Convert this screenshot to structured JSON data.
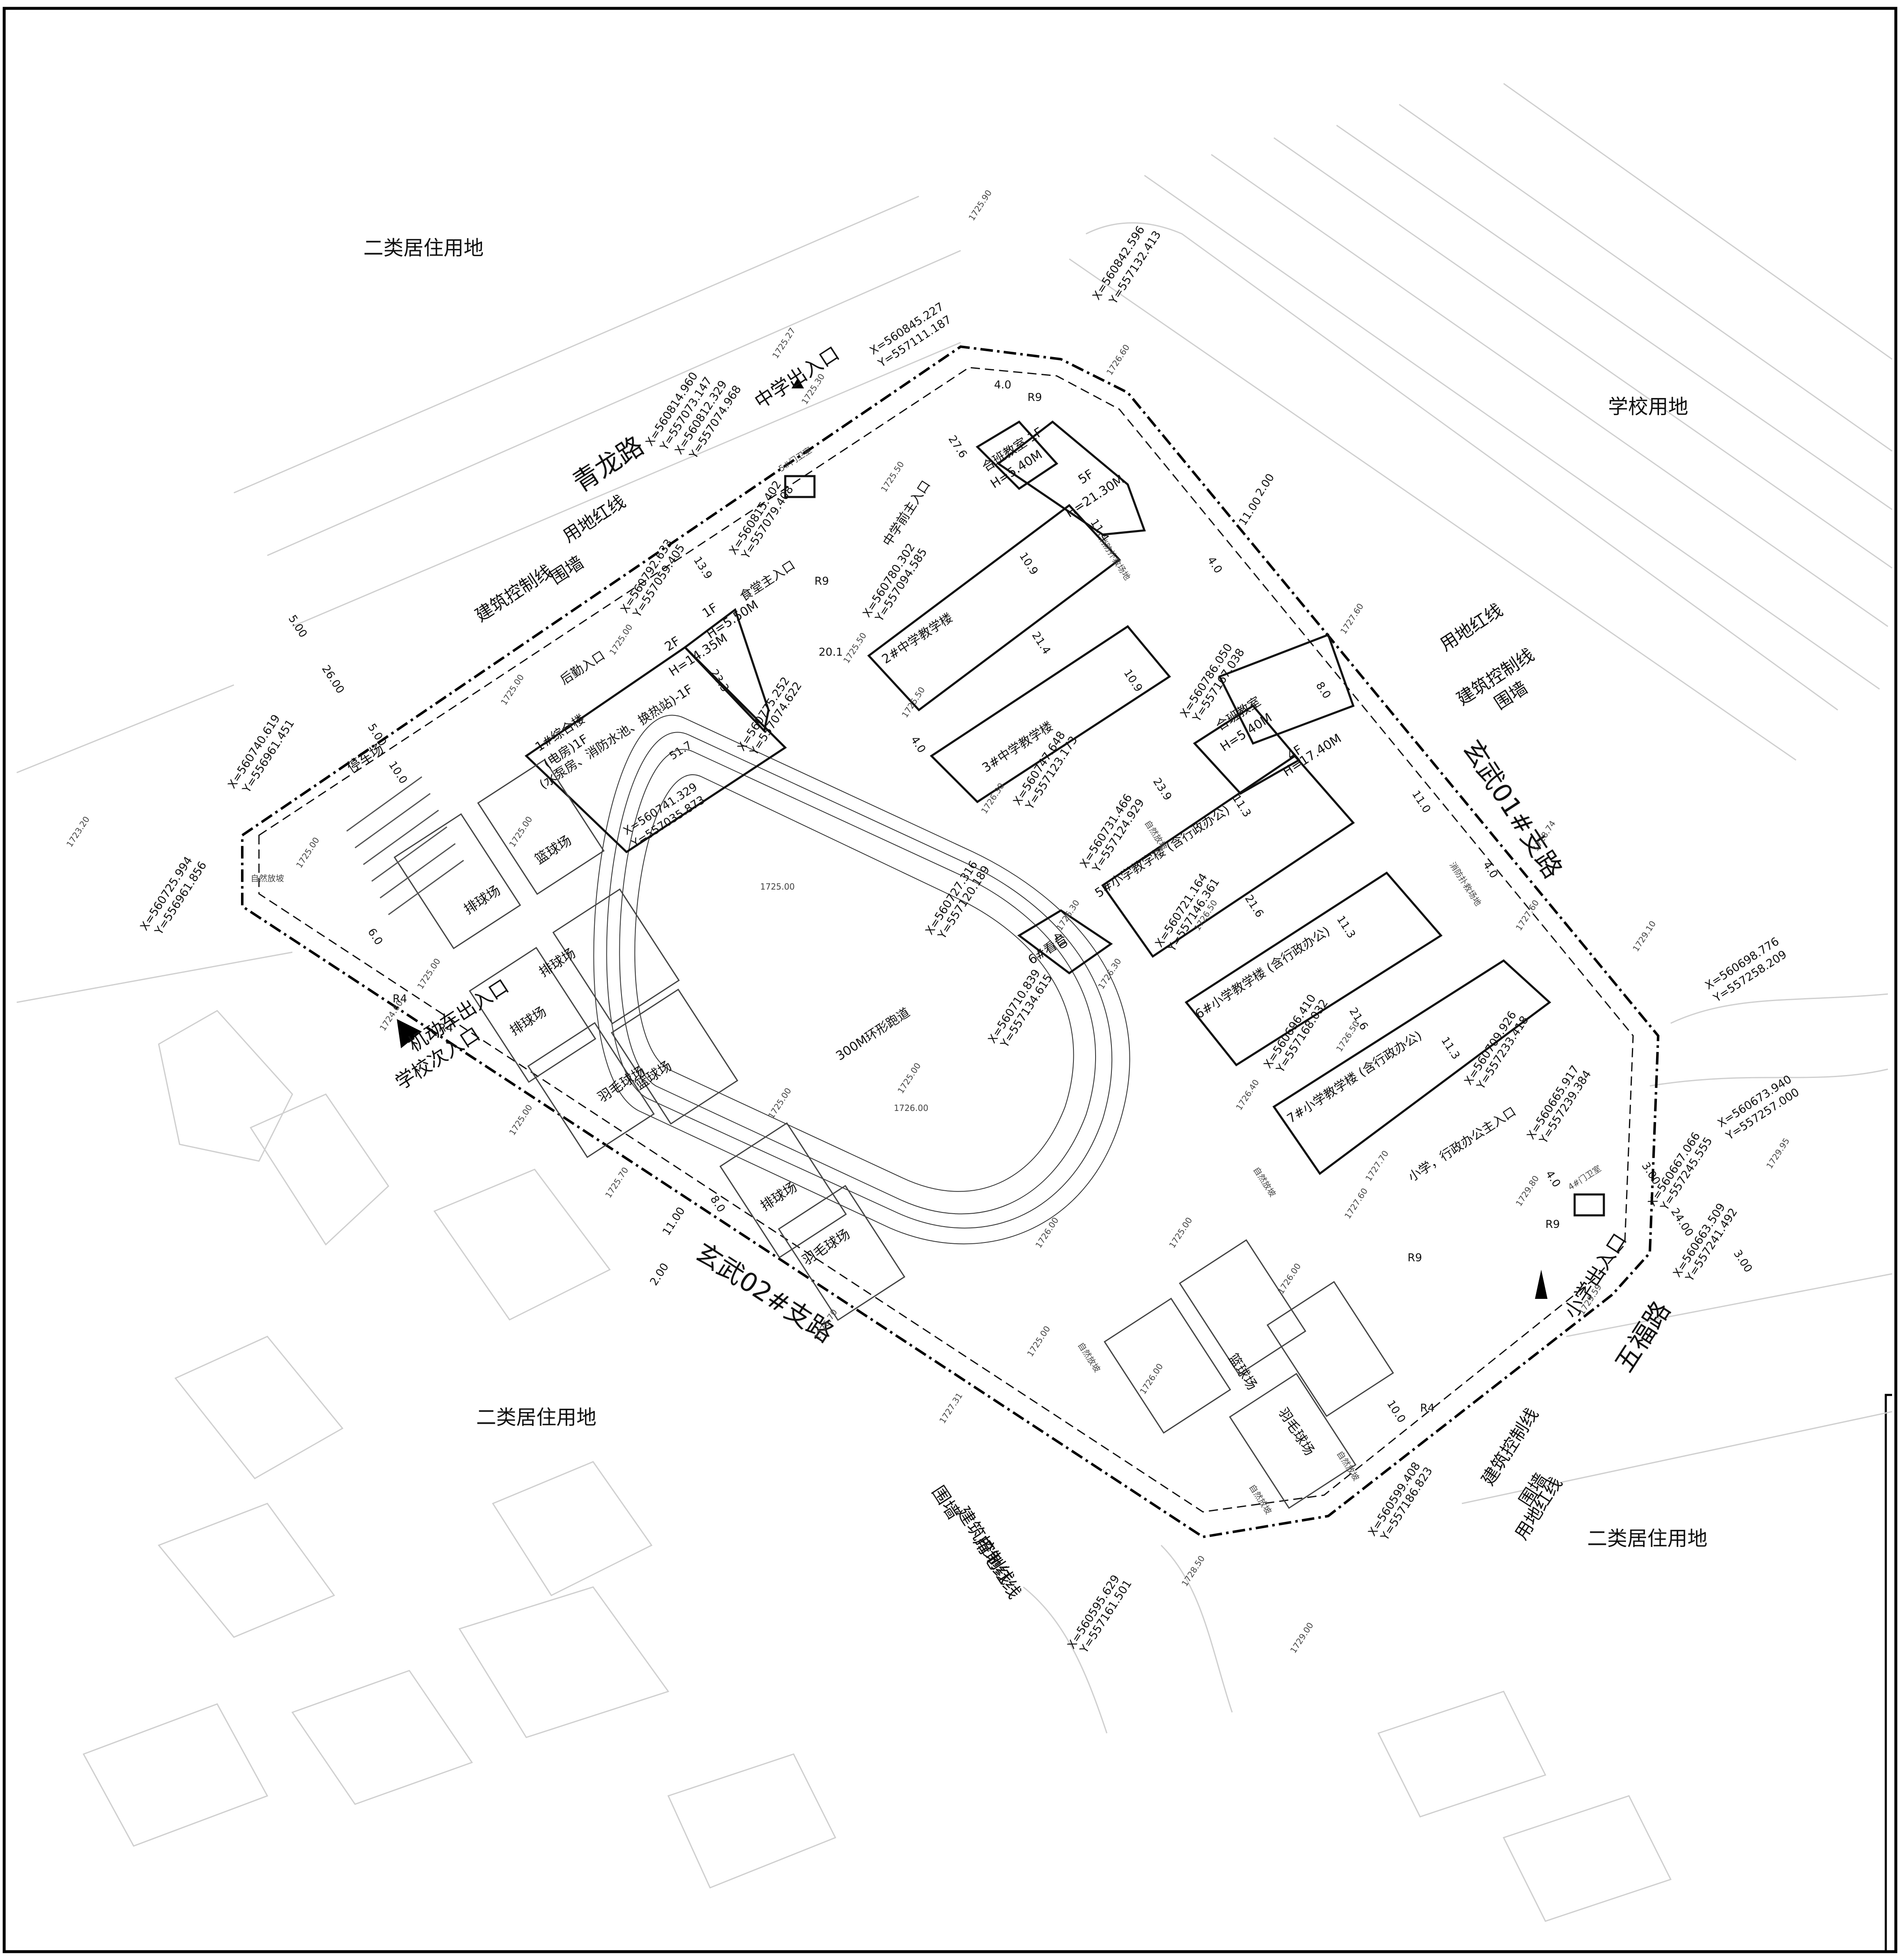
{
  "zones": {
    "tl": "二类居住用地",
    "tr": "学校用地",
    "bl": "二类居住用地",
    "br": "二类居住用地"
  },
  "roads": {
    "qinglong": "青龙路",
    "xuanwu01": "玄武01#支路",
    "xuanwu02": "玄武02#支路",
    "wufu": "五福路"
  },
  "controls": {
    "build_line": "建筑控制线",
    "red_line": "用地红线",
    "wall": "围墙"
  },
  "entrances": {
    "middle_exit": "中学出入口",
    "middle_main": "中学前主入口",
    "canteen": "食堂主入口",
    "back": "后勤入口",
    "vehicle": "机动车出入口",
    "secondary": "学校次入口",
    "primary_exit": "小学出入口",
    "primary_main": "小学，行政办公主入口"
  },
  "buildings": {
    "b1_line1": "1#综合楼",
    "b1_line2": "(电房)1F",
    "b1_line3": "(水泵房、消防水池、换热站)-1F",
    "b1_floor": "2F",
    "b1_h": "H=14.35M",
    "b1_w": "23.3",
    "b1_l": "51.7",
    "canteen_floor": "1F",
    "canteen_h": "H=5.50M",
    "b2": "2#中学教学楼",
    "b2_floor": "5F",
    "b2_h": "H=21.30M",
    "b3": "3#中学教学楼",
    "hall1": "合班教室 1F",
    "hall1_h": "H=5.40M",
    "hall2": "合班教室",
    "hall2_h": "H=5.40M",
    "b4_floor": "4F",
    "b4_h": "H=17.40M",
    "b5": "5#小学教学楼 (含行政办公)",
    "b6": "6#小学教学楼 (含行政办公)",
    "b7": "7#小学教学楼 (含行政办公)",
    "stand": "6#看台",
    "track": "300M环形跑道",
    "guard1": "5#门卫室",
    "guard2": "4#门卫室",
    "fire1": "消防扑救场地",
    "fire2": "消防扑救场地"
  },
  "facilities": {
    "parking": "停车场",
    "basketball": "篮球场",
    "volleyball": "排球场",
    "badminton": "羽毛球场",
    "slope": "自然放坡"
  },
  "coords": {
    "c1x": "X=560842.596",
    "c1y": "Y=557132.413",
    "c2x": "X=560845.227",
    "c2y": "Y=557111.187",
    "c3x": "X=560814.960",
    "c3y": "Y=557073.147",
    "c3x2": "X=560812.329",
    "c3y2": "Y=557074.968",
    "c4x": "X=560815.402",
    "c4y": "Y=557079.408",
    "c5x": "X=560792.633",
    "c5y": "Y=557059.405",
    "c6x": "X=560780.302",
    "c6y": "Y=557094.585",
    "c7x": "X=560775.252",
    "c7y": "Y=557074.622",
    "c8x": "X=560741.329",
    "c8y": "Y=557035.873",
    "c9x": "X=560740.619",
    "c9y": "Y=556961.451",
    "c10x": "X=560725.994",
    "c10y": "Y=556961.856",
    "c11x": "X=560786.050",
    "c11y": "Y=557167.038",
    "c12x": "X=560747.648",
    "c12y": "Y=557123.173",
    "c13x": "X=560731.466",
    "c13y": "Y=557124.929",
    "c14x": "X=560727.316",
    "c14y": "Y=557120.189",
    "c15x": "X=560721.164",
    "c15y": "Y=557146.361",
    "c16x": "X=560710.839",
    "c16y": "Y=557134.615",
    "c17x": "X=560696.410",
    "c17y": "Y=557168.032",
    "c18x": "X=560709.926",
    "c18y": "Y=557233.418",
    "c19x": "X=560665.917",
    "c19y": "Y=557239.384",
    "c20x": "X=560698.776",
    "c20y": "Y=557258.209",
    "c21x": "X=560673.940",
    "c21y": "Y=557257.000",
    "c22x": "X=560667.066",
    "c22y": "Y=557245.555",
    "c23x": "X=560663.509",
    "c23y": "Y=557241.492",
    "c24x": "X=560599.408",
    "c24y": "Y=557186.823",
    "c25x": "X=560595.629",
    "c25y": "Y=557161.501"
  },
  "elevations": {
    "e1": "1725.90",
    "e2": "1725.27",
    "e3": "1725.30",
    "e4": "1726.60",
    "e5": "1725.50",
    "e6": "1725.50",
    "e7": "1725.00",
    "e8": "1725.00",
    "e9": "1723.20",
    "e10": "1725.00",
    "e11": "1725.00",
    "e12": "1725.00",
    "e13": "1724.60",
    "e14": "1725.70",
    "e15": "1726.70",
    "e16": "1727.31",
    "e17": "1728.50",
    "e18": "1729.00",
    "e19": "1729.59",
    "e20": "1729.95",
    "e21": "1729.10",
    "e22": "1728.74",
    "e23": "1727.60",
    "e24": "1727.60",
    "e25": "1726.00",
    "e26": "1725.00",
    "e27": "1726.00",
    "e28": "1725.00",
    "e29": "1726.00",
    "e30": "1726.30",
    "e31": "1726.30",
    "e32": "1726.50",
    "e33": "1726.50",
    "e34": "1727.70",
    "e35": "1727.60",
    "e36": "1729.80",
    "e37": "1726.40",
    "e38": "1725.50",
    "e39": "1725.00",
    "e40": "1725.00",
    "e41": "1725.00",
    "e42": "1726.30",
    "e43": "1726.00",
    "e44": "1725.00"
  },
  "dims": {
    "d1": "4.0",
    "d2": "R9",
    "d3": "27.6",
    "d4": "11.4",
    "d5": "10.9",
    "d6": "21.4",
    "d7": "10.9",
    "d8": "23.9",
    "d9": "11.3",
    "d10": "21.6",
    "d11": "11.3",
    "d12": "21.6",
    "d13": "11.3",
    "d14": "20.1",
    "d15": "13.9",
    "d16": "4.0",
    "d17": "10.0",
    "d18": "6.0",
    "d19": "8.0",
    "d20": "4.0",
    "d21": "10.0",
    "d22": "8.0",
    "d23": "11.0",
    "d24": "4.0",
    "d25": "4.0",
    "d26": "R4",
    "d27": "R4",
    "d28": "R9",
    "d29": "5.00",
    "d30": "26.00",
    "d31": "5.00",
    "d32": "11.00",
    "d33": "2.00",
    "d34": "2.00",
    "d35": "11.00",
    "d36": "3.00",
    "d37": "24.00",
    "d38": "3.00",
    "d39": "R9",
    "d40": "R9",
    "d41": "4.0",
    "d42": "R4"
  },
  "colors": {
    "line": "#1a1a1a",
    "faint": "#bdbdbd",
    "boundary": "#000000"
  }
}
